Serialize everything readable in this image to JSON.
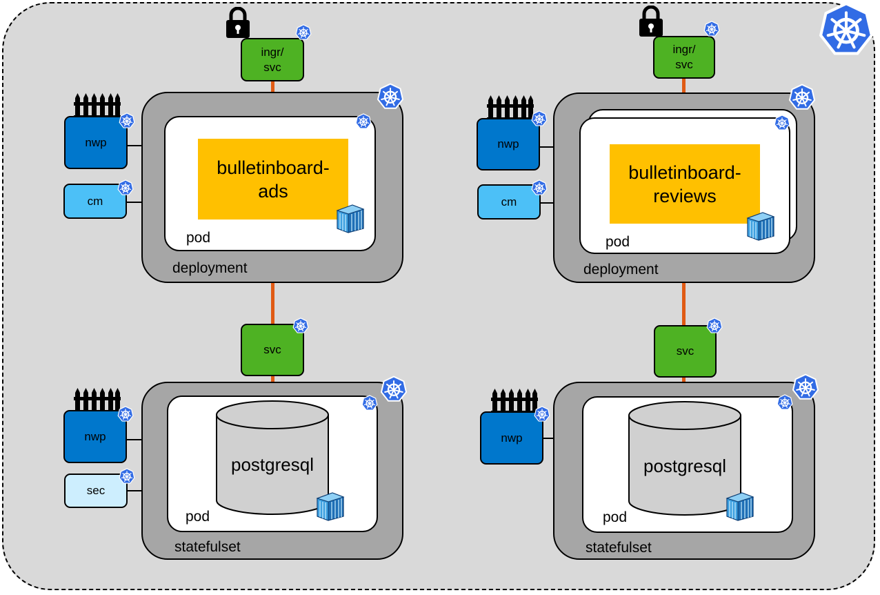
{
  "labels": {
    "ingress_left": "ingr/\nsvc",
    "ingress_right": "ingr/\nsvc",
    "svc_left": "svc",
    "svc_right": "svc",
    "nwp": "nwp",
    "cm": "cm",
    "sec": "sec",
    "pod": "pod",
    "deployment": "deployment",
    "statefulset": "statefulset",
    "app_left": "bulletinboard-\nads",
    "app_right": "bulletinboard-\nreviews",
    "db": "postgresql"
  },
  "colors": {
    "green": "#4eb223",
    "nwp": "#0077cc",
    "cm": "#4cc0f7",
    "sec": "#cdeefe",
    "app": "#ffc000",
    "connector": "#e05a14",
    "k8s": "#326ce5"
  },
  "icons": [
    "kubernetes-icon",
    "lock-icon",
    "fence-icon",
    "container-icon",
    "database-icon"
  ]
}
